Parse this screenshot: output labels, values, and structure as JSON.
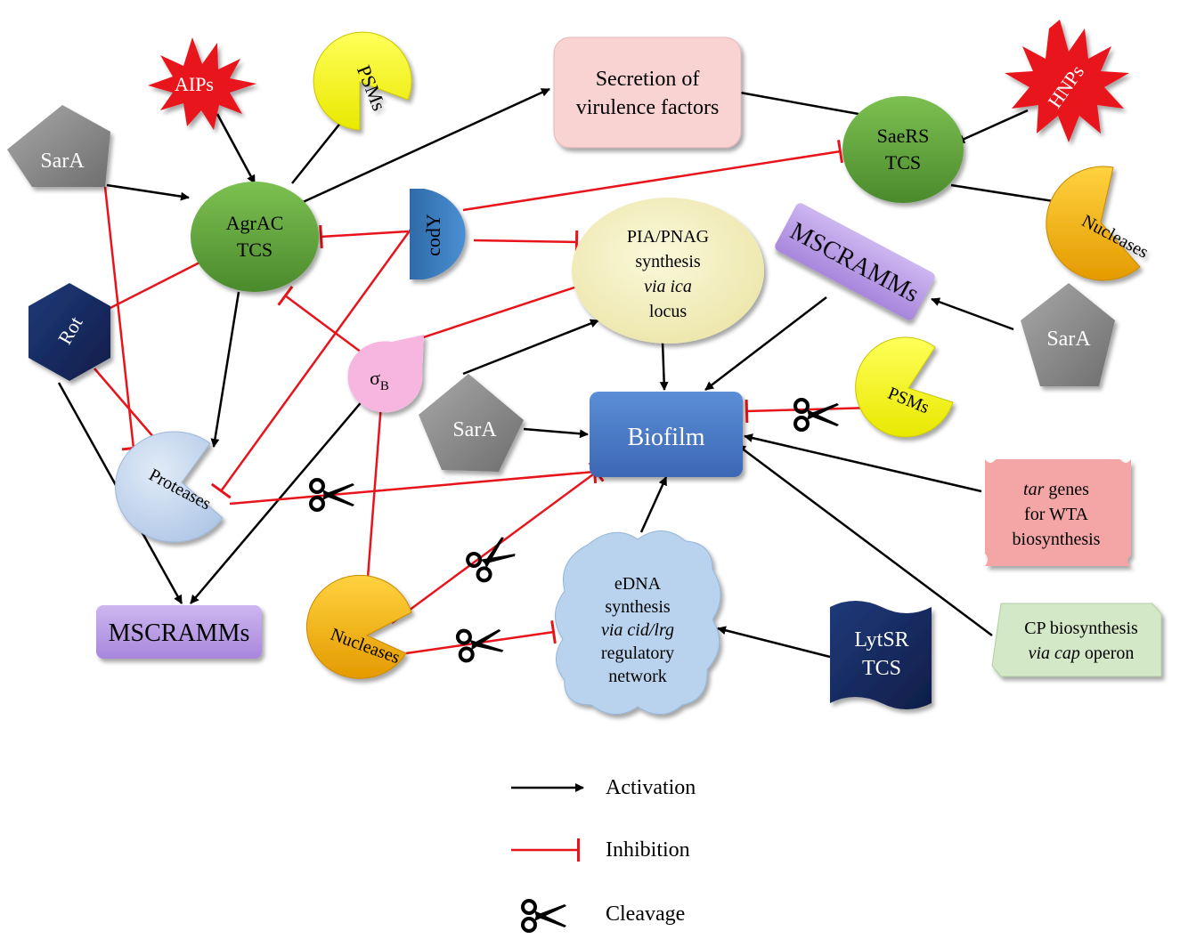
{
  "nodes": {
    "aips": "AIPs",
    "hnps": "HNPs",
    "psms_top": "PSMs",
    "psms_right": "PSMs",
    "sara_top": "SarA",
    "sara_mid": "SarA",
    "sara_right": "SarA",
    "agrac_line1": "AgrAC",
    "agrac_line2": "TCS",
    "saers_line1": "SaeRS",
    "saers_line2": "TCS",
    "secretion_line1": "Secretion of",
    "secretion_line2": "virulence factors",
    "cody": "codY",
    "pia_line1": "PIA/PNAG",
    "pia_line2": "synthesis",
    "pia_line3": "via ica",
    "pia_line4": "locus",
    "nucleases_top": "Nucleases",
    "nucleases_bottom": "Nucleases",
    "mscramms_right": "MSCRAMMs",
    "mscramms_left": "MSCRAMMs",
    "rot": "Rot",
    "sigma": "σ",
    "sigma_sub": "B",
    "proteases": "Proteases",
    "biofilm": "Biofilm",
    "tar_line1_italic": "tar",
    "tar_line1_rest": " genes",
    "tar_line2": "for WTA",
    "tar_line3": "biosynthesis",
    "edna_line1": "eDNA",
    "edna_line2": "synthesis",
    "edna_line3": "via cid/lrg",
    "edna_line4": "regulatory",
    "edna_line5": "network",
    "lytsr_line1": "LytSR",
    "lytsr_line2": "TCS",
    "cp_line1": "CP biosynthesis",
    "cp_line2_italic": "via cap",
    "cp_line2_rest": " operon"
  },
  "legend": {
    "activation": "Activation",
    "inhibition": "Inhibition",
    "cleavage": "Cleavage"
  },
  "colors": {
    "activation": "#000000",
    "inhibition": "#e8141b",
    "star": "#e8141b",
    "psms": "#f4f41c",
    "sara": "#8a8a8a",
    "tcs_green": "#5e9e3a",
    "secretion": "#f9d2d2",
    "cody": "#3a7bc0",
    "pia": "#f3efbf",
    "nucleases": "#f2b418",
    "mscramms": "#b99ce3",
    "rot": "#16285e",
    "sigma": "#f6b6df",
    "proteases": "#c5d7ee",
    "biofilm": "#4b78c6",
    "tar": "#f4a6a6",
    "edna": "#b9d3ee",
    "lytsr": "#16285e",
    "cp": "#d2e8c6"
  }
}
